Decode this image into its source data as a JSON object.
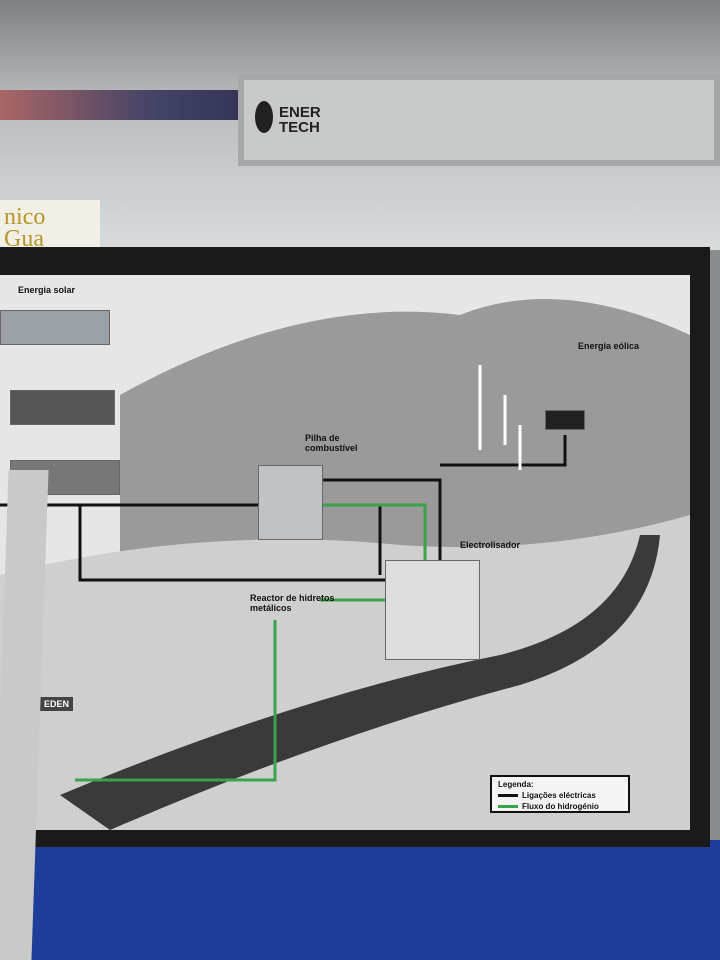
{
  "background": {
    "booth_logo": {
      "line1": "ENER",
      "line2": "TECH"
    },
    "side_sign": {
      "line1": "nico",
      "line2": "Gua"
    }
  },
  "board": {
    "labels": {
      "solar": "Energia solar",
      "wind": "Energia eólica",
      "fuel_cell": "Pilha de combustível",
      "electrolyser": "Electrolisador",
      "reactor": "Reactor de hidretos metálicos",
      "building": "EDEN"
    },
    "legend": {
      "title": "Legenda:",
      "items": [
        {
          "label": "Ligações eléctricas",
          "color": "#111111"
        },
        {
          "label": "Fluxo do hidrogénio",
          "color": "#3aa34a"
        }
      ]
    }
  }
}
